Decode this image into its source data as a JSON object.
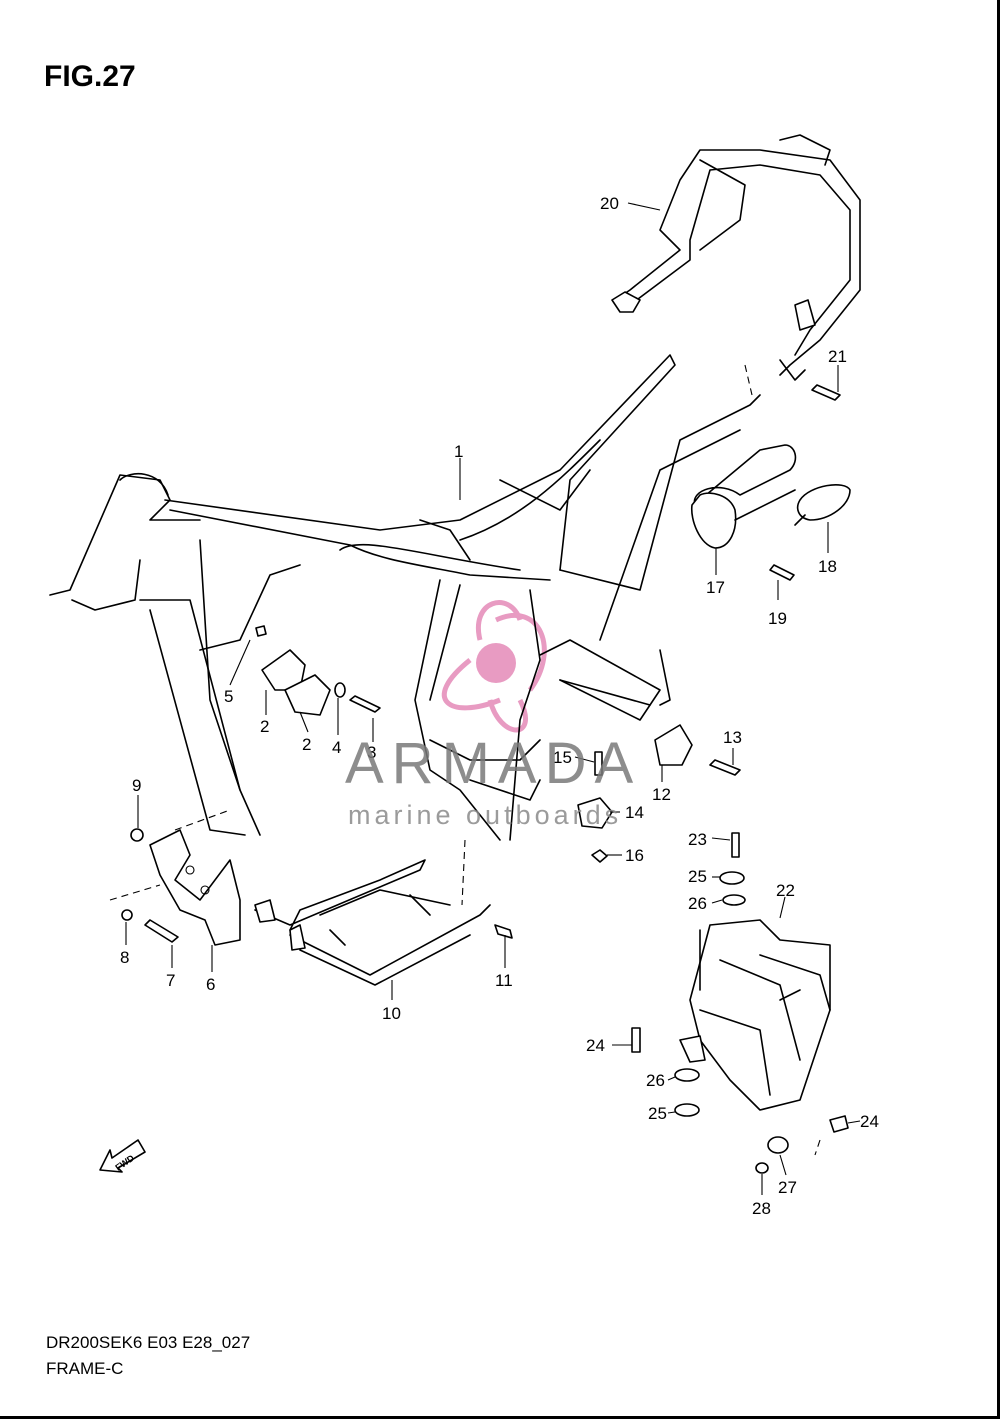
{
  "figure": {
    "title": "FIG.27",
    "code": "DR200SEK6 E03 E28_027",
    "name": "FRAME-C"
  },
  "watermark": {
    "brand": "ARMADA",
    "tagline": "marine outboards",
    "logo_color": "#e48ab8",
    "text_color": "#7a7a7a"
  },
  "fwd_arrow": {
    "label": "FWD"
  },
  "callouts": [
    {
      "id": "1",
      "label": "1"
    },
    {
      "id": "2a",
      "label": "2"
    },
    {
      "id": "2b",
      "label": "2"
    },
    {
      "id": "3",
      "label": "3"
    },
    {
      "id": "4",
      "label": "4"
    },
    {
      "id": "5",
      "label": "5"
    },
    {
      "id": "6",
      "label": "6"
    },
    {
      "id": "7",
      "label": "7"
    },
    {
      "id": "8",
      "label": "8"
    },
    {
      "id": "9",
      "label": "9"
    },
    {
      "id": "10",
      "label": "10"
    },
    {
      "id": "11",
      "label": "11"
    },
    {
      "id": "12",
      "label": "12"
    },
    {
      "id": "13",
      "label": "13"
    },
    {
      "id": "14",
      "label": "14"
    },
    {
      "id": "15",
      "label": "15"
    },
    {
      "id": "16",
      "label": "16"
    },
    {
      "id": "17",
      "label": "17"
    },
    {
      "id": "18",
      "label": "18"
    },
    {
      "id": "19",
      "label": "19"
    },
    {
      "id": "20",
      "label": "20"
    },
    {
      "id": "21",
      "label": "21"
    },
    {
      "id": "22",
      "label": "22"
    },
    {
      "id": "23",
      "label": "23"
    },
    {
      "id": "24a",
      "label": "24"
    },
    {
      "id": "24b",
      "label": "24"
    },
    {
      "id": "25a",
      "label": "25"
    },
    {
      "id": "25b",
      "label": "25"
    },
    {
      "id": "26a",
      "label": "26"
    },
    {
      "id": "26b",
      "label": "26"
    },
    {
      "id": "27",
      "label": "27"
    },
    {
      "id": "28",
      "label": "28"
    }
  ]
}
